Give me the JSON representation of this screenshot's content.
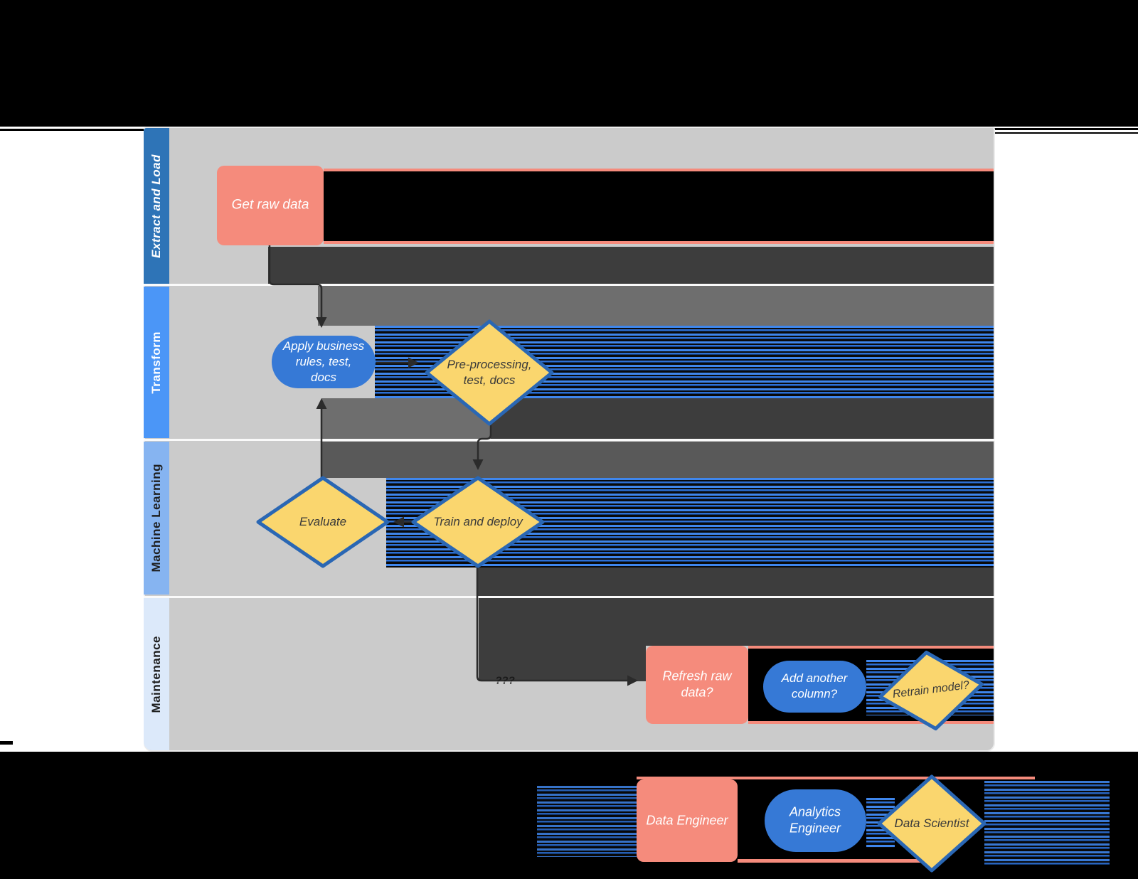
{
  "diagram": {
    "lanes": [
      {
        "label": "Extract and Load",
        "color": "#2E74B7"
      },
      {
        "label": "Transform",
        "color": "#4B96F7"
      },
      {
        "label": "Machine Learning",
        "color": "#86B4F1"
      },
      {
        "label": "Maintenance",
        "color": "#DCE9FA"
      }
    ],
    "nodes": {
      "get_raw_data": "Get raw data",
      "apply_business_rules": "Apply business\nrules, test,\ndocs",
      "pre_processing": "Pre-processing,\ntest, docs",
      "evaluate": "Evaluate",
      "train_and_deploy": "Train and deploy",
      "refresh_raw_data": "Refresh raw\ndata?",
      "add_another_column": "Add another\ncolumn?",
      "retrain_model": "Retrain model?"
    },
    "connector_label": "???",
    "legend": {
      "data_engineer": "Data Engineer",
      "analytics_engineer": "Analytics\nEngineer",
      "data_scientist": "Data Scientist"
    },
    "colors": {
      "salmon_node": "#F58B7C",
      "blue_node": "#3679D6",
      "yellow_node": "#FAD66E",
      "diamond_border": "#2A67B4",
      "lane_body_bg": "#CBCBCB",
      "glitch_dark": "#3D3D3D",
      "glitch_medium": "#6E6E6E",
      "glitch_stripe_blue": "#3F86EC",
      "backdrop": "#000000"
    }
  }
}
